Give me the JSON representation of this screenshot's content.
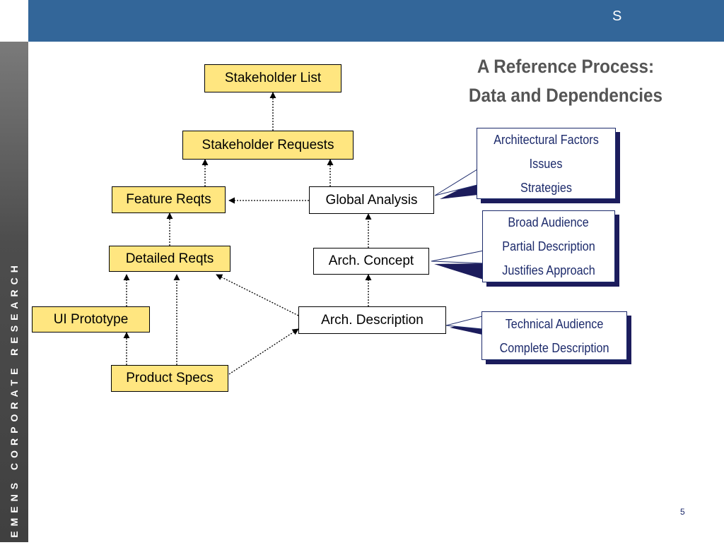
{
  "header": {
    "letter": "S"
  },
  "sidebar": {
    "label": "SIEMENS CORPORATE RESEARCH"
  },
  "title": {
    "line1": "A Reference Process:",
    "line2": "Data and Dependencies"
  },
  "boxes": {
    "stakeholder_list": "Stakeholder List",
    "stakeholder_requests": "Stakeholder Requests",
    "feature_reqts": "Feature Reqts",
    "global_analysis": "Global Analysis",
    "detailed_reqts": "Detailed Reqts",
    "arch_concept": "Arch. Concept",
    "ui_prototype": "UI Prototype",
    "arch_description": "Arch. Description",
    "product_specs": "Product Specs"
  },
  "callouts": {
    "global_analysis": [
      "Architectural Factors",
      "Issues",
      "Strategies"
    ],
    "arch_concept": [
      "Broad Audience",
      "Partial Description",
      "Justifies Approach"
    ],
    "arch_description": [
      "Technical Audience",
      "Complete Description"
    ]
  },
  "colors": {
    "header_bar": "#336699",
    "yellow_box": "#ffe680",
    "callout_text": "#1c2a6b"
  },
  "page_number": "5"
}
